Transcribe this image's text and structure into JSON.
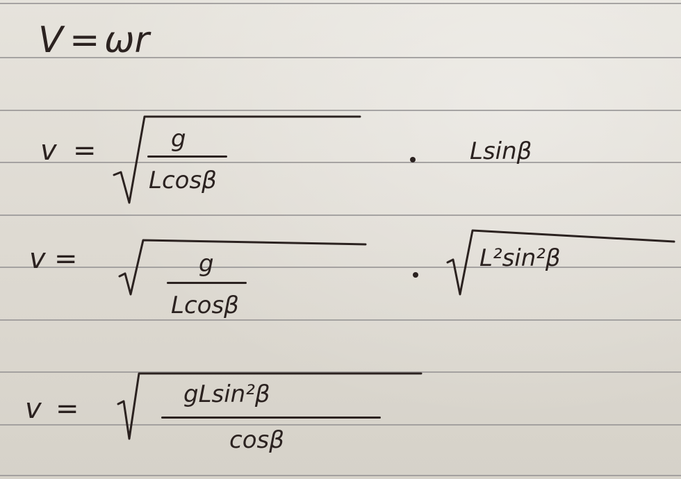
{
  "notebook": {
    "line1": {
      "lhs": "V",
      "eq": "=",
      "rhs": "ωr"
    },
    "line2": {
      "lhs": "v",
      "eq": "=",
      "numerator": "g",
      "denominator": "Lcosβ",
      "dot": "·",
      "factor": "Lsinβ"
    },
    "line3": {
      "lhs": "v",
      "eq": "=",
      "numerator": "g",
      "denominator": "Lcosβ",
      "dot": "·",
      "radicand": "L²sin²β"
    },
    "line4": {
      "lhs": "v",
      "eq": "=",
      "numerator": "gLsin²β",
      "denominator": "cosβ"
    }
  },
  "colors": {
    "ink": "#2b2220",
    "paper": "#e2dfd8",
    "rule": "#9a9898"
  }
}
